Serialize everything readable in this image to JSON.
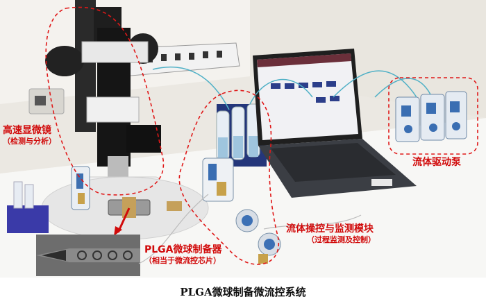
{
  "labels": {
    "microscope": {
      "main": "高速显微镜",
      "sub": "（检测与分析）"
    },
    "pump": {
      "main": "流体驱动泵"
    },
    "fluid_module": {
      "main": "流体操控与监测模块",
      "sub": "（过程监测及控制）"
    },
    "chip": {
      "main": "PLGA微球制备器",
      "sub": "（相当于微流控芯片）"
    }
  },
  "caption": "PLGA微球制备微流控系统",
  "colors": {
    "annotation": "#d10a0a",
    "dashed_outline": "#e01818"
  }
}
